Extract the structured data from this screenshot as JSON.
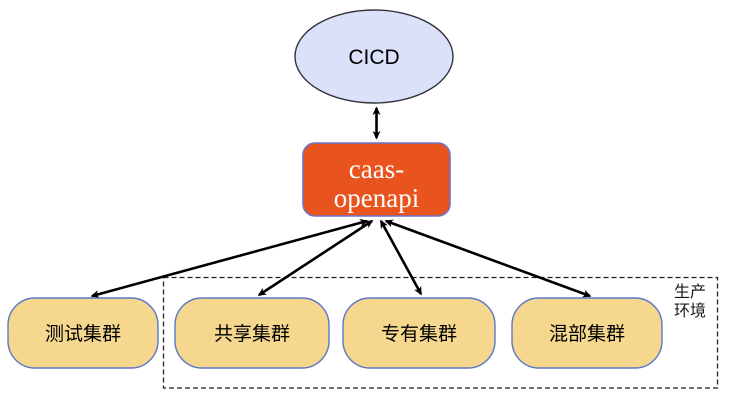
{
  "diagram": {
    "title": "CICD to caas-openapi cluster dispatch diagram",
    "top_node": {
      "label": "CICD",
      "fill": "#dbe1f8",
      "stroke": "#33333d"
    },
    "api_node": {
      "label_line1": "caas-",
      "label_line2": "openapi",
      "fill": "#e9541e",
      "stroke": "#6b75c9",
      "text_color": "#ffffff"
    },
    "clusters": [
      {
        "label": "测试集群"
      },
      {
        "label": "共享集群"
      },
      {
        "label": "专有集群"
      },
      {
        "label": "混部集群"
      }
    ],
    "cluster_style": {
      "fill": "#f5d78d",
      "stroke": "#5c77c9"
    },
    "production_group": {
      "label_line1": "生产",
      "label_line2": "环境",
      "border_color": "#222222"
    },
    "arrow_color": "#000000"
  }
}
